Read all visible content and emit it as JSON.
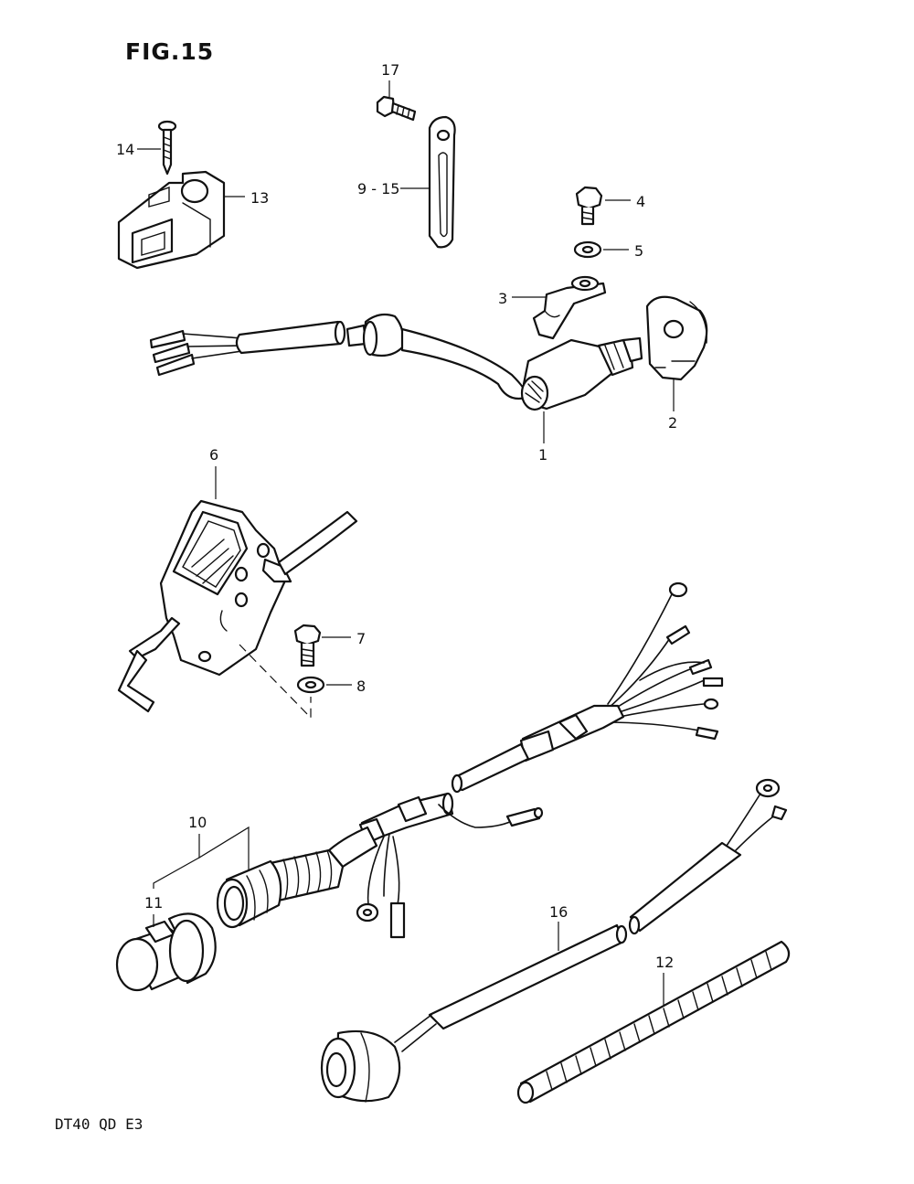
{
  "figure": {
    "title": "FIG.15",
    "model_code": "DT40 QD E3"
  },
  "callouts": [
    {
      "id": "1",
      "label": "1"
    },
    {
      "id": "2",
      "label": "2"
    },
    {
      "id": "3",
      "label": "3"
    },
    {
      "id": "4",
      "label": "4"
    },
    {
      "id": "5",
      "label": "5"
    },
    {
      "id": "6",
      "label": "6"
    },
    {
      "id": "7",
      "label": "7"
    },
    {
      "id": "8",
      "label": "8"
    },
    {
      "id": "9-15",
      "label": "9 - 15"
    },
    {
      "id": "10",
      "label": "10"
    },
    {
      "id": "11",
      "label": "11"
    },
    {
      "id": "12",
      "label": "12"
    },
    {
      "id": "13",
      "label": "13"
    },
    {
      "id": "14",
      "label": "14"
    },
    {
      "id": "16",
      "label": "16"
    },
    {
      "id": "17",
      "label": "17"
    }
  ]
}
